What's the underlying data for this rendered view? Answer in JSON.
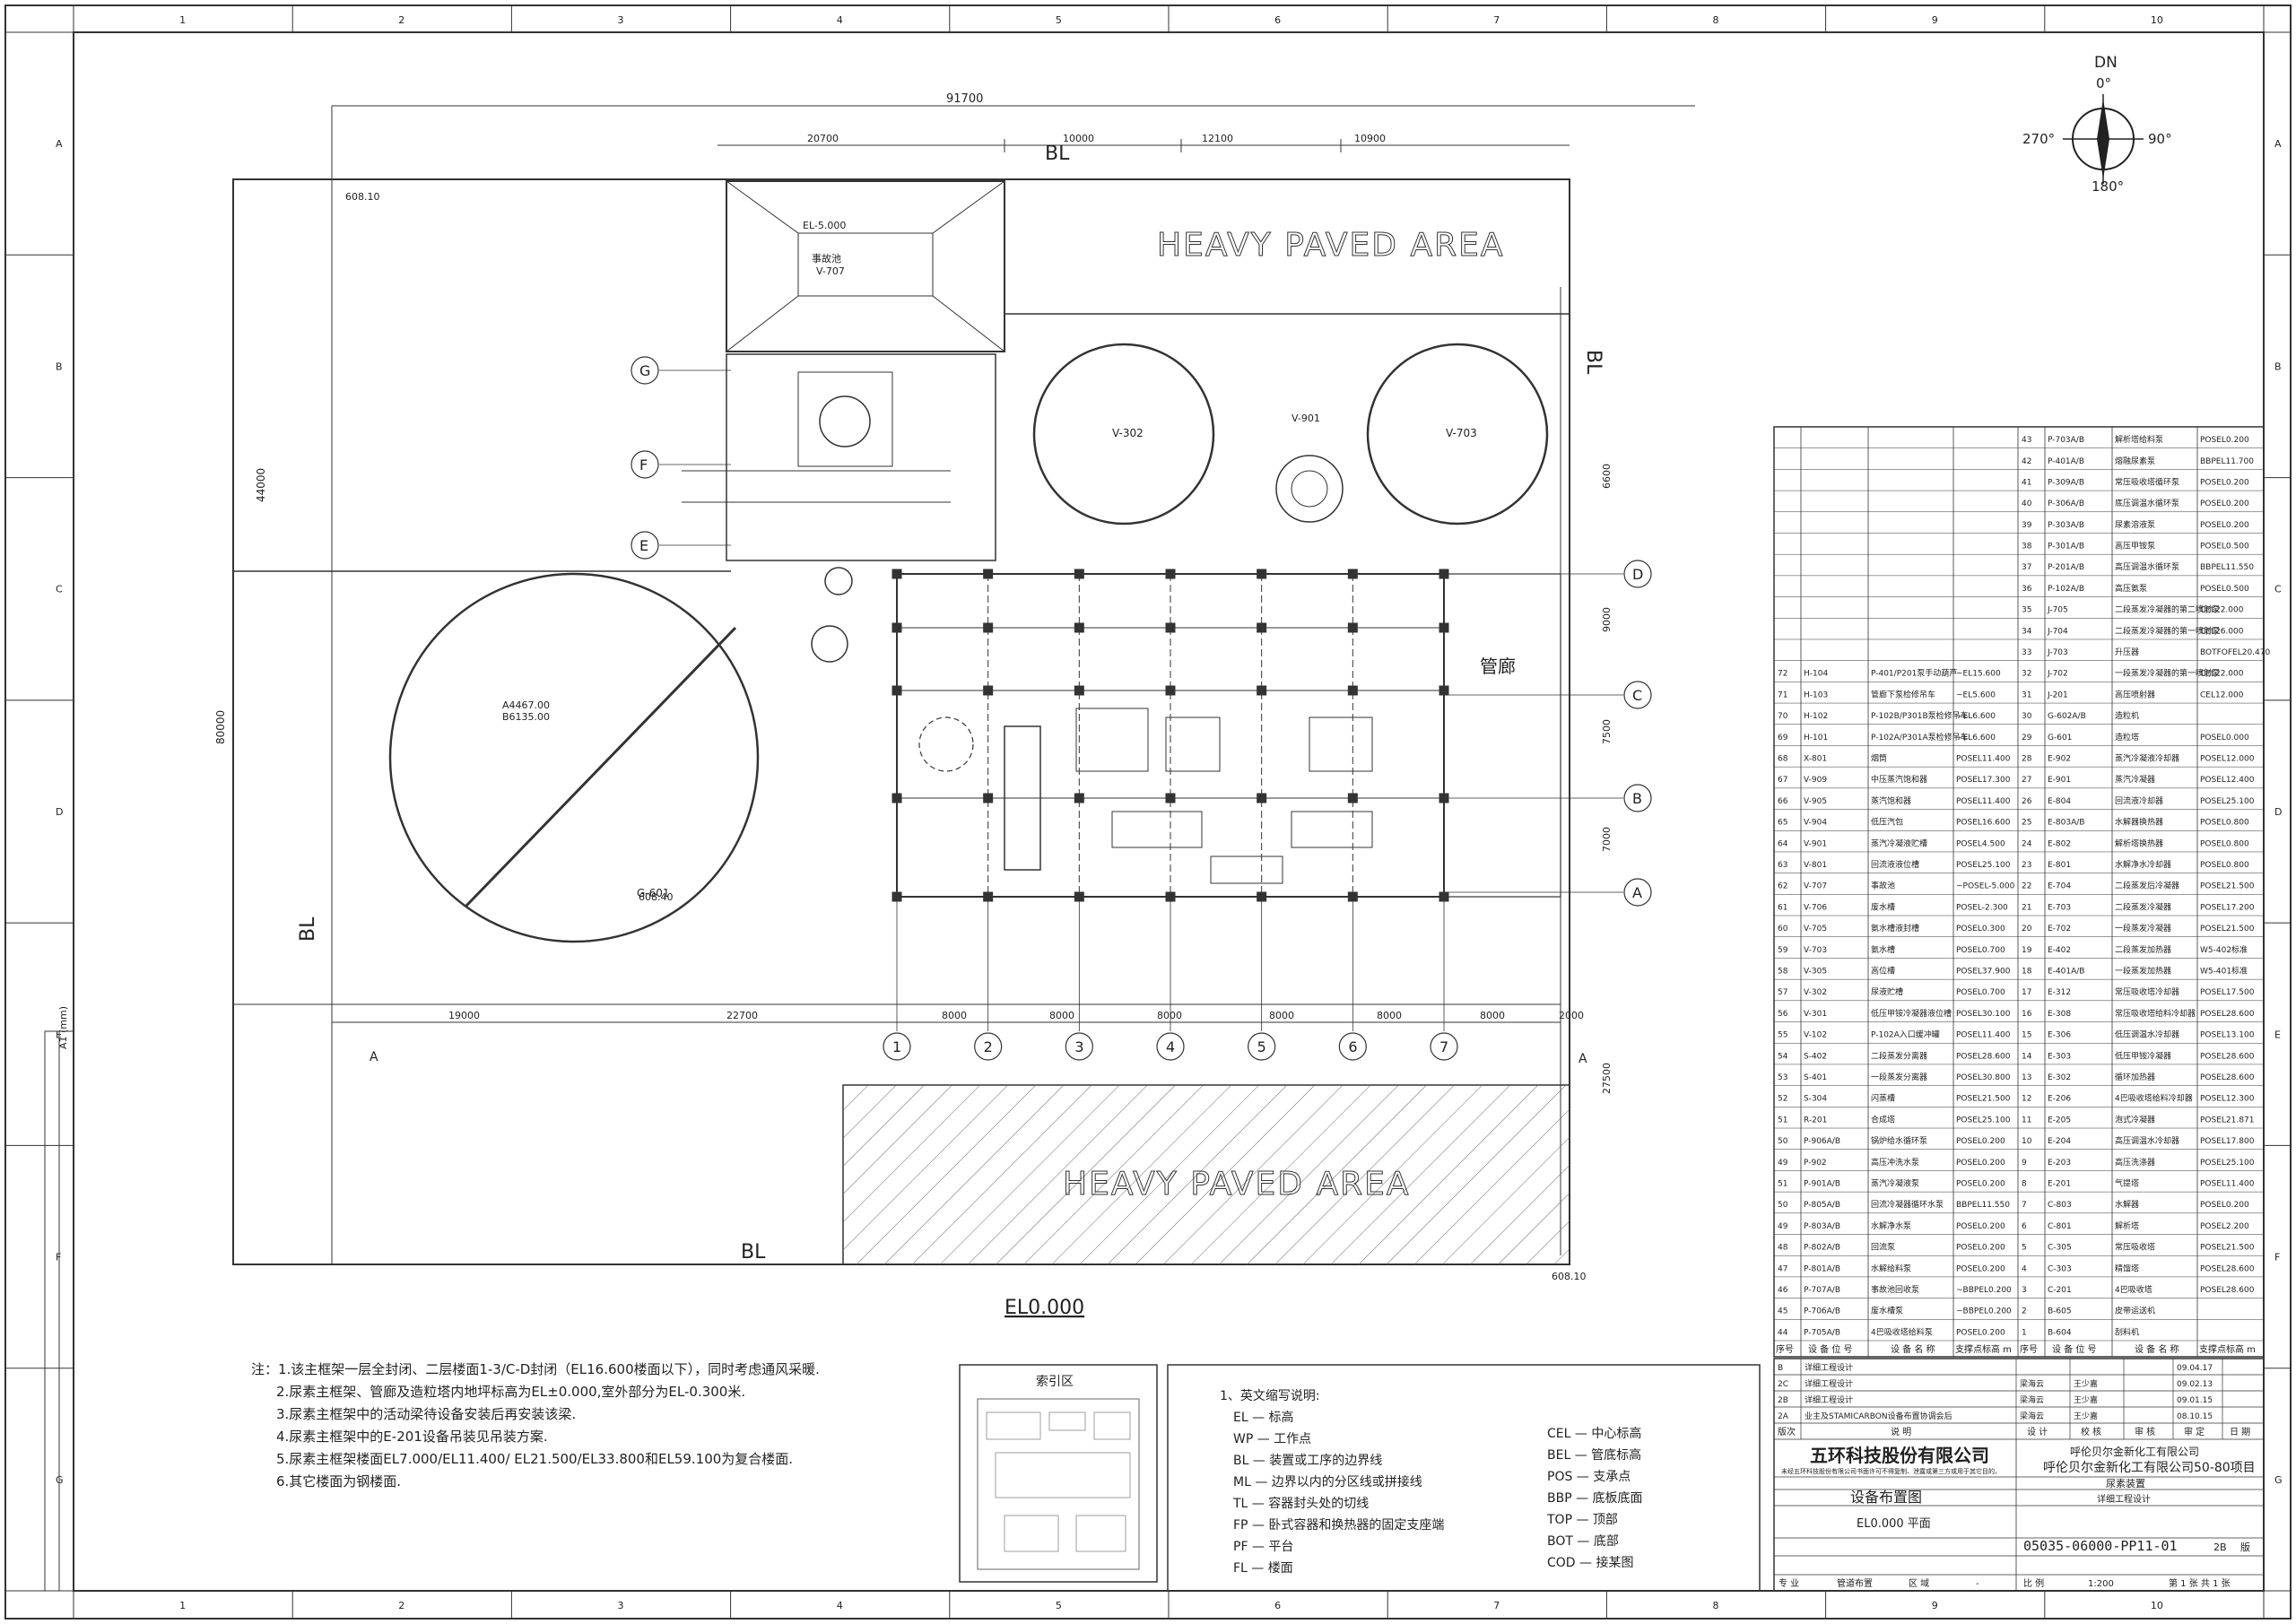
{
  "grid_columns": [
    "1",
    "2",
    "3",
    "4",
    "5",
    "6",
    "7",
    "8",
    "9",
    "10"
  ],
  "grid_rows": [
    "A",
    "B",
    "C",
    "D",
    "E",
    "F",
    "G"
  ],
  "north": {
    "dn": "DN",
    "deg0": "0°",
    "deg90": "90°",
    "deg180": "180°",
    "deg270": "270°"
  },
  "plan": {
    "overall_width": "91700",
    "top_dims": [
      "20700",
      "10000",
      "12100",
      "10900"
    ],
    "bottom_dims": [
      "19000",
      "22700",
      "8000",
      "8000",
      "8000",
      "8000",
      "8000",
      "8000",
      "2000"
    ],
    "left_dims": [
      "44000",
      "80000"
    ],
    "right_dims": [
      "6600",
      "9000",
      "7500",
      "7000",
      "27500"
    ],
    "heavy_paved_top": "HEAVY PAVED AREA",
    "heavy_paved_bottom": "HEAVY PAVED AREA",
    "bl": "BL",
    "elev_top_left": "608.10",
    "elev_bottom_right": "608.10",
    "el_pit": "EL-5.000",
    "pit_name": "事故池",
    "pit_tag": "V-707",
    "big_tank_label": "G-601",
    "big_tank_coord1": "A4467.00",
    "big_tank_coord2": "B6135.00",
    "tank_v302": "V-302",
    "tank_v703": "V-703",
    "tank_v901": "V-901",
    "gallery": "管廊",
    "section_a": "A",
    "plan_title": "EL0.000",
    "el_608_40": "608.40",
    "num_axes": [
      "1",
      "2",
      "3",
      "4",
      "5",
      "6",
      "7"
    ],
    "letter_axes_right": [
      "D",
      "C",
      "B",
      "A"
    ],
    "letter_axes_left": [
      "G",
      "F",
      "E"
    ]
  },
  "notes": [
    "注：1.该主框架一层全封闭、二层楼面1-3/C-D封闭（EL16.600楼面以下），同时考虑通风采暖.",
    "2.尿素主框架、管廊及造粒塔内地坪标高为EL±0.000,室外部分为EL-0.300米.",
    "3.尿素主框架中的活动梁待设备安装后再安装该梁.",
    "4.尿素主框架中的E-201设备吊装见吊装方案.",
    "5.尿素主框架楼面EL7.000/EL11.400/ EL21.500/EL33.800和EL59.100为复合楼面.",
    "6.其它楼面为钢楼面."
  ],
  "index_title": "索引区",
  "abbr_title": "1、英文缩写说明:",
  "abbr_left": [
    "EL — 标高",
    "WP — 工作点",
    "BL — 装置或工序的边界线",
    "ML — 边界以内的分区线或拼接线",
    "TL — 容器封头处的切线",
    "FP — 卧式容器和换热器的固定支座端",
    "PF — 平台",
    "FL — 楼面"
  ],
  "abbr_right": [
    "CEL — 中心标高",
    "BEL — 管底标高",
    "POS — 支承点",
    "BBP — 底板底面",
    "TOP — 顶部",
    "BOT — 底部",
    "COD — 接某图"
  ],
  "table_left": [
    [
      "72",
      "H-104",
      "P-401/P201泵手动葫芦",
      "~EL15.600"
    ],
    [
      "71",
      "H-103",
      "管廊下泵检修吊车",
      "~EL5.600"
    ],
    [
      "70",
      "H-102",
      "P-102B/P301B泵检修吊车",
      "~EL6.600"
    ],
    [
      "69",
      "H-101",
      "P-102A/P301A泵检修吊车",
      "~EL6.600"
    ],
    [
      "68",
      "X-801",
      "烟筒",
      "POSEL11.400"
    ],
    [
      "67",
      "V-909",
      "中压蒸汽饱和器",
      "POSEL17.300"
    ],
    [
      "66",
      "V-905",
      "蒸汽饱和器",
      "POSEL11.400"
    ],
    [
      "65",
      "V-904",
      "低压汽包",
      "POSEL16.600"
    ],
    [
      "64",
      "V-901",
      "蒸汽冷凝液贮槽",
      "POSEL4.500"
    ],
    [
      "63",
      "V-801",
      "回流液液位槽",
      "POSEL25.100"
    ],
    [
      "62",
      "V-707",
      "事故池",
      "~POSEL-5.000"
    ],
    [
      "61",
      "V-706",
      "废水槽",
      "POSEL-2.300"
    ],
    [
      "60",
      "V-705",
      "氨水槽液封槽",
      "POSEL0.300"
    ],
    [
      "59",
      "V-703",
      "氨水槽",
      "POSEL0.700"
    ],
    [
      "58",
      "V-305",
      "高位槽",
      "POSEL37.900"
    ],
    [
      "57",
      "V-302",
      "尿液贮槽",
      "POSEL0.700"
    ],
    [
      "56",
      "V-301",
      "低压甲铵冷凝器液位槽",
      "POSEL30.100"
    ],
    [
      "55",
      "V-102",
      "P-102A入口缓冲罐",
      "POSEL11.400"
    ],
    [
      "54",
      "S-402",
      "二段蒸发分离器",
      "POSEL28.600"
    ],
    [
      "53",
      "S-401",
      "一段蒸发分离器",
      "POSEL30.800"
    ],
    [
      "52",
      "S-304",
      "闪蒸槽",
      "POSEL21.500"
    ],
    [
      "51",
      "R-201",
      "合成塔",
      "POSEL25.100"
    ],
    [
      "50",
      "P-906A/B",
      "锅炉给水循环泵",
      "POSEL0.200"
    ],
    [
      "49",
      "P-902",
      "高压冲洗水泵",
      "POSEL0.200"
    ],
    [
      "51",
      "P-901A/B",
      "蒸汽冷凝液泵",
      "POSEL0.200"
    ],
    [
      "50",
      "P-805A/B",
      "回流冷凝器循环水泵",
      "BBPEL11.550"
    ],
    [
      "49",
      "P-803A/B",
      "水解净水泵",
      "POSEL0.200"
    ],
    [
      "48",
      "P-802A/B",
      "回流泵",
      "POSEL0.200"
    ],
    [
      "47",
      "P-801A/B",
      "水解给料泵",
      "POSEL0.200"
    ],
    [
      "46",
      "P-707A/B",
      "事故池回收泵",
      "~BBPEL0.200"
    ],
    [
      "45",
      "P-706A/B",
      "废水槽泵",
      "~BBPEL0.200"
    ],
    [
      "44",
      "P-705A/B",
      "4巴吸收塔给料泵",
      "POSEL0.200"
    ]
  ],
  "table_right": [
    [
      "43",
      "P-703A/B",
      "解析塔给料泵",
      "POSEL0.200"
    ],
    [
      "42",
      "P-401A/B",
      "熔融尿素泵",
      "BBPEL11.700"
    ],
    [
      "41",
      "P-309A/B",
      "常压吸收塔循环泵",
      "POSEL0.200"
    ],
    [
      "40",
      "P-306A/B",
      "底压调温水循环泵",
      "POSEL0.200"
    ],
    [
      "39",
      "P-303A/B",
      "尿素溶液泵",
      "POSEL0.200"
    ],
    [
      "38",
      "P-301A/B",
      "高压甲铵泵",
      "POSEL0.500"
    ],
    [
      "37",
      "P-201A/B",
      "高压调温水循环泵",
      "BBPEL11.550"
    ],
    [
      "36",
      "P-102A/B",
      "高压氨泵",
      "POSEL0.500"
    ],
    [
      "35",
      "J-705",
      "二段蒸发冷凝器的第二喷射泵",
      "CEL22.000"
    ],
    [
      "34",
      "J-704",
      "二段蒸发冷凝器的第一喷射泵",
      "CEL26.000"
    ],
    [
      "33",
      "J-703",
      "升压器",
      "BOTFOFEL20.470"
    ],
    [
      "32",
      "J-702",
      "一段蒸发冷凝器的第一喷射泵",
      "CEL22.000"
    ],
    [
      "31",
      "J-201",
      "高压喷射器",
      "CEL12.000"
    ],
    [
      "30",
      "G-602A/B",
      "造粒机",
      ""
    ],
    [
      "29",
      "G-601",
      "造粒塔",
      "POSEL0.000"
    ],
    [
      "28",
      "E-902",
      "蒸汽冷凝液冷却器",
      "POSEL12.000"
    ],
    [
      "27",
      "E-901",
      "蒸汽冷凝器",
      "POSEL12.400"
    ],
    [
      "26",
      "E-804",
      "回流液冷却器",
      "POSEL25.100"
    ],
    [
      "25",
      "E-803A/B",
      "水解器换热器",
      "POSEL0.800"
    ],
    [
      "24",
      "E-802",
      "解析塔换热器",
      "POSEL0.800"
    ],
    [
      "23",
      "E-801",
      "水解净水冷却器",
      "POSEL0.800"
    ],
    [
      "22",
      "E-704",
      "二段蒸发后冷凝器",
      "POSEL21.500"
    ],
    [
      "21",
      "E-703",
      "二段蒸发冷凝器",
      "POSEL17.200"
    ],
    [
      "20",
      "E-702",
      "一段蒸发冷凝器",
      "POSEL21.500"
    ],
    [
      "19",
      "E-402",
      "二段蒸发加热器",
      "W5-402标准"
    ],
    [
      "18",
      "E-401A/B",
      "一段蒸发加热器",
      "W5-401标准"
    ],
    [
      "17",
      "E-312",
      "常压吸收塔冷却器",
      "POSEL17.500"
    ],
    [
      "16",
      "E-308",
      "常压吸收塔给料冷却器",
      "POSEL28.600"
    ],
    [
      "15",
      "E-306",
      "低压调温水冷却器",
      "POSEL13.100"
    ],
    [
      "14",
      "E-303",
      "低压甲铵冷凝器",
      "POSEL28.600"
    ],
    [
      "13",
      "E-302",
      "循环加热器",
      "POSEL28.600"
    ],
    [
      "12",
      "E-206",
      "4巴吸收塔给料冷却器",
      "POSEL12.300"
    ],
    [
      "11",
      "E-205",
      "泡式冷凝器",
      "POSEL21.871"
    ],
    [
      "10",
      "E-204",
      "高压调温水冷却器",
      "POSEL17.800"
    ],
    [
      "9",
      "E-203",
      "高压洗涤器",
      "POSEL25.100"
    ],
    [
      "8",
      "E-201",
      "气提塔",
      "POSEL11.400"
    ],
    [
      "7",
      "C-803",
      "水解器",
      "POSEL0.200"
    ],
    [
      "6",
      "C-801",
      "解析塔",
      "POSEL2.200"
    ],
    [
      "5",
      "C-305",
      "常压吸收塔",
      "POSEL21.500"
    ],
    [
      "4",
      "C-303",
      "精馏塔",
      "POSEL28.600"
    ],
    [
      "3",
      "C-201",
      "4巴吸收塔",
      "POSEL28.600"
    ],
    [
      "2",
      "B-605",
      "皮带运送机",
      ""
    ],
    [
      "1",
      "B-604",
      "刮料机",
      ""
    ]
  ],
  "table_header": {
    "seq": "序号",
    "tag": "设 备 位 号",
    "name": "设 备 名 称",
    "elev": "支撑点标高 m"
  },
  "revisions": [
    [
      "B",
      "详细工程设计",
      "",
      "",
      "",
      "09.04.17"
    ],
    [
      "2C",
      "详细工程设计",
      "梁海云",
      "王少嘉",
      "",
      "09.02.13"
    ],
    [
      "2B",
      "详细工程设计",
      "梁海云",
      "王少嘉",
      "",
      "09.01.15"
    ],
    [
      "2A",
      "业主及STAMICARBON设备布置协调会后",
      "梁海云",
      "王少嘉",
      "",
      "08.10.15"
    ]
  ],
  "rev_header": [
    "版次",
    "说 明",
    "设 计",
    "校 核",
    "审 核",
    "审 定",
    "日 期"
  ],
  "company": "五环科技股份有限公司",
  "company_note": "未经五环科技股份有限公司书面许可不得复制、泄露或第三方或用于其它目的。",
  "client1": "呼伦贝尔金新化工有限公司",
  "client2": "呼伦贝尔金新化工有限公司50-80项目",
  "unit": "尿素装置",
  "stage": "详细工程设计",
  "drawing_title": "设备布置图",
  "drawing_subtitle": "EL0.000 平面",
  "drawing_no": "05035-06000-PP11-01",
  "rev": "2B",
  "ban": "版",
  "footer": {
    "major_l": "专 业",
    "major": "管道布置",
    "area_l": "区 域",
    "area": "-",
    "scale_l": "比 例",
    "scale": "1:200",
    "sheet": "第 1 张 共 1 张"
  },
  "side_label": "A1 (mm)"
}
